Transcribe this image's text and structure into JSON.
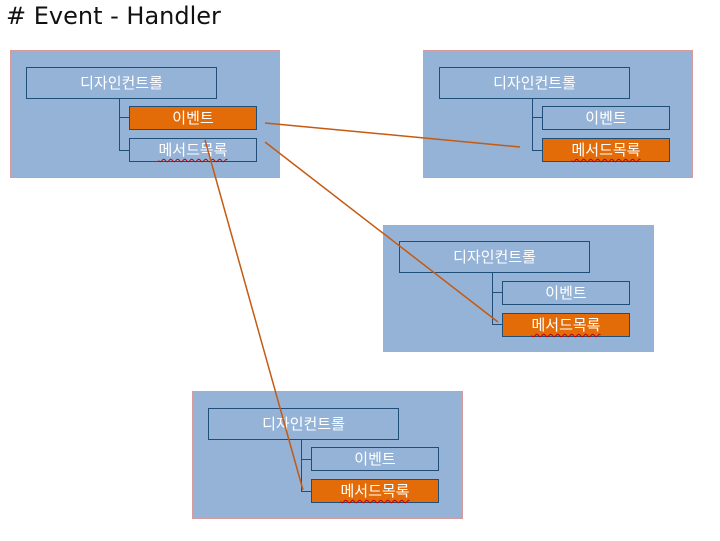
{
  "title": "# Event - Handler",
  "panels": [
    {
      "control": "디자인컨트롤",
      "event": "이벤트",
      "methods": "메서드목록",
      "highlight": "event"
    },
    {
      "control": "디자인컨트롤",
      "event": "이벤트",
      "methods": "메서드목록",
      "highlight": "methods"
    },
    {
      "control": "디자인컨트롤",
      "event": "이벤트",
      "methods": "메서드목록",
      "highlight": "methods"
    },
    {
      "control": "디자인컨트롤",
      "event": "이벤트",
      "methods": "메서드목록",
      "highlight": "methods"
    }
  ],
  "colors": {
    "panel": "#95b3d7",
    "highlight": "#e36c09",
    "connector": "#c0504d",
    "arrow": "#c55a11"
  }
}
